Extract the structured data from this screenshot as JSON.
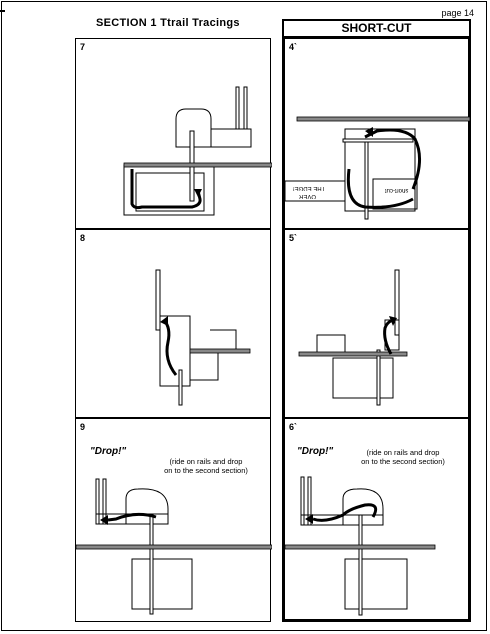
{
  "page": {
    "number_label": "page 14"
  },
  "header": {
    "section_title": "SECTION 1 Ttrail Tracings",
    "shortcut_title": "SHORT-CUT"
  },
  "panels": {
    "p7": {
      "number": "7"
    },
    "p8": {
      "number": "8"
    },
    "p9": {
      "number": "9",
      "drop": "\"Drop!\"",
      "note_line1": "(ride on rails and drop",
      "note_line2": "on to the second section)"
    },
    "p4": {
      "number": "4`",
      "label_over": "OVER",
      "label_edge": "THE EDGE!",
      "label_short": "short-cut"
    },
    "p5": {
      "number": "5`"
    },
    "p6": {
      "number": "6`",
      "drop": "\"Drop!\"",
      "note_line1": "(ride on rails and drop",
      "note_line2": "on to the second section)"
    }
  }
}
